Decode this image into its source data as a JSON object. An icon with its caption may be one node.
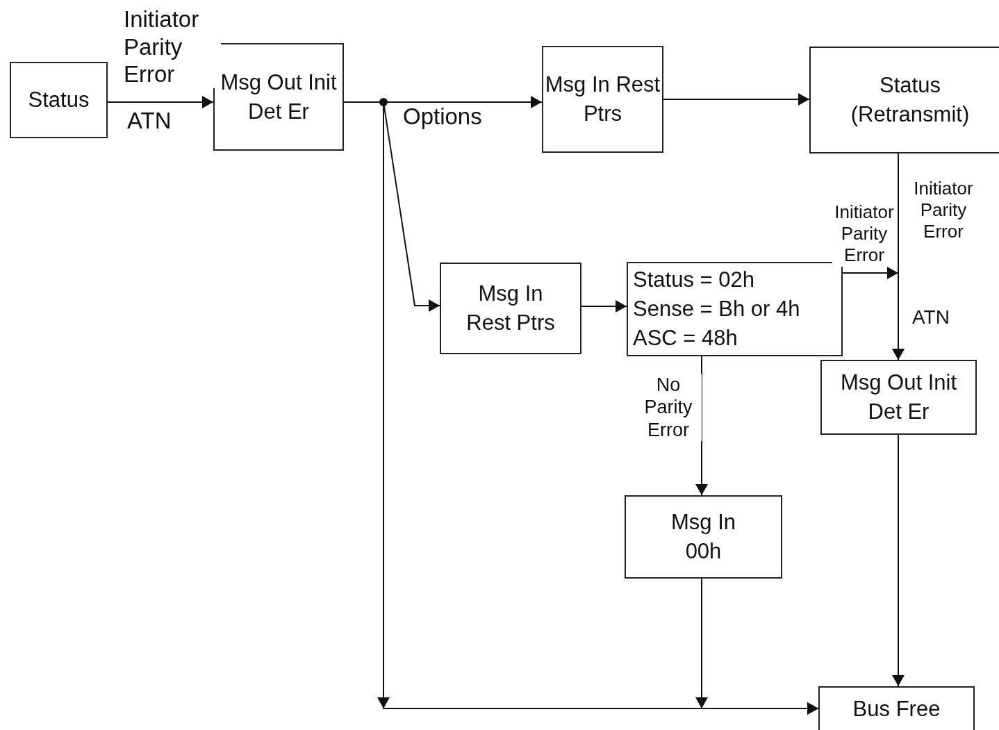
{
  "diagram": {
    "nodes": [
      {
        "text": [
          "Status"
        ]
      },
      {
        "text": [
          "Msg Out Init Det Er"
        ]
      },
      {
        "text": [
          "Msg In Rest Ptrs"
        ]
      },
      {
        "text": [
          "Status (Retransmit)"
        ]
      },
      {
        "text": [
          "Msg In Rest Ptrs"
        ]
      },
      {
        "text": [
          "Status = 02h",
          "Sense = Bh or 4h",
          "ASC = 48h"
        ]
      },
      {
        "text": [
          "Msg Out Init Det Er"
        ]
      },
      {
        "text": [
          "Msg In 00h"
        ]
      },
      {
        "text": [
          "Bus Free"
        ]
      }
    ],
    "edges": [
      {
        "from": 0,
        "to": 1,
        "arrow": "to",
        "label": "Initiator Parity Error"
      },
      {
        "from": 1,
        "to": 2,
        "arrow": "to",
        "label": "Options"
      },
      {
        "from": 1,
        "to": 4,
        "arrow": "to"
      },
      {
        "from": 1,
        "to": 8,
        "arrow": "to"
      },
      {
        "from": 2,
        "to": 3,
        "arrow": "to"
      },
      {
        "from": 4,
        "to": 5,
        "arrow": "to"
      },
      {
        "from": 5,
        "to": 7,
        "arrow": "to",
        "label": "No Parity Error"
      },
      {
        "from": 5,
        "to": 6,
        "arrow": "to",
        "label": "Initiator Parity Error"
      },
      {
        "from": 3,
        "to": 6,
        "arrow": "to",
        "label": "Initiator Parity Error"
      },
      {
        "from": 7,
        "to": 8,
        "arrow": "to"
      },
      {
        "from": 6,
        "to": 8,
        "arrow": "to"
      }
    ],
    "labels": [
      "ATN",
      "ATN"
    ]
  }
}
